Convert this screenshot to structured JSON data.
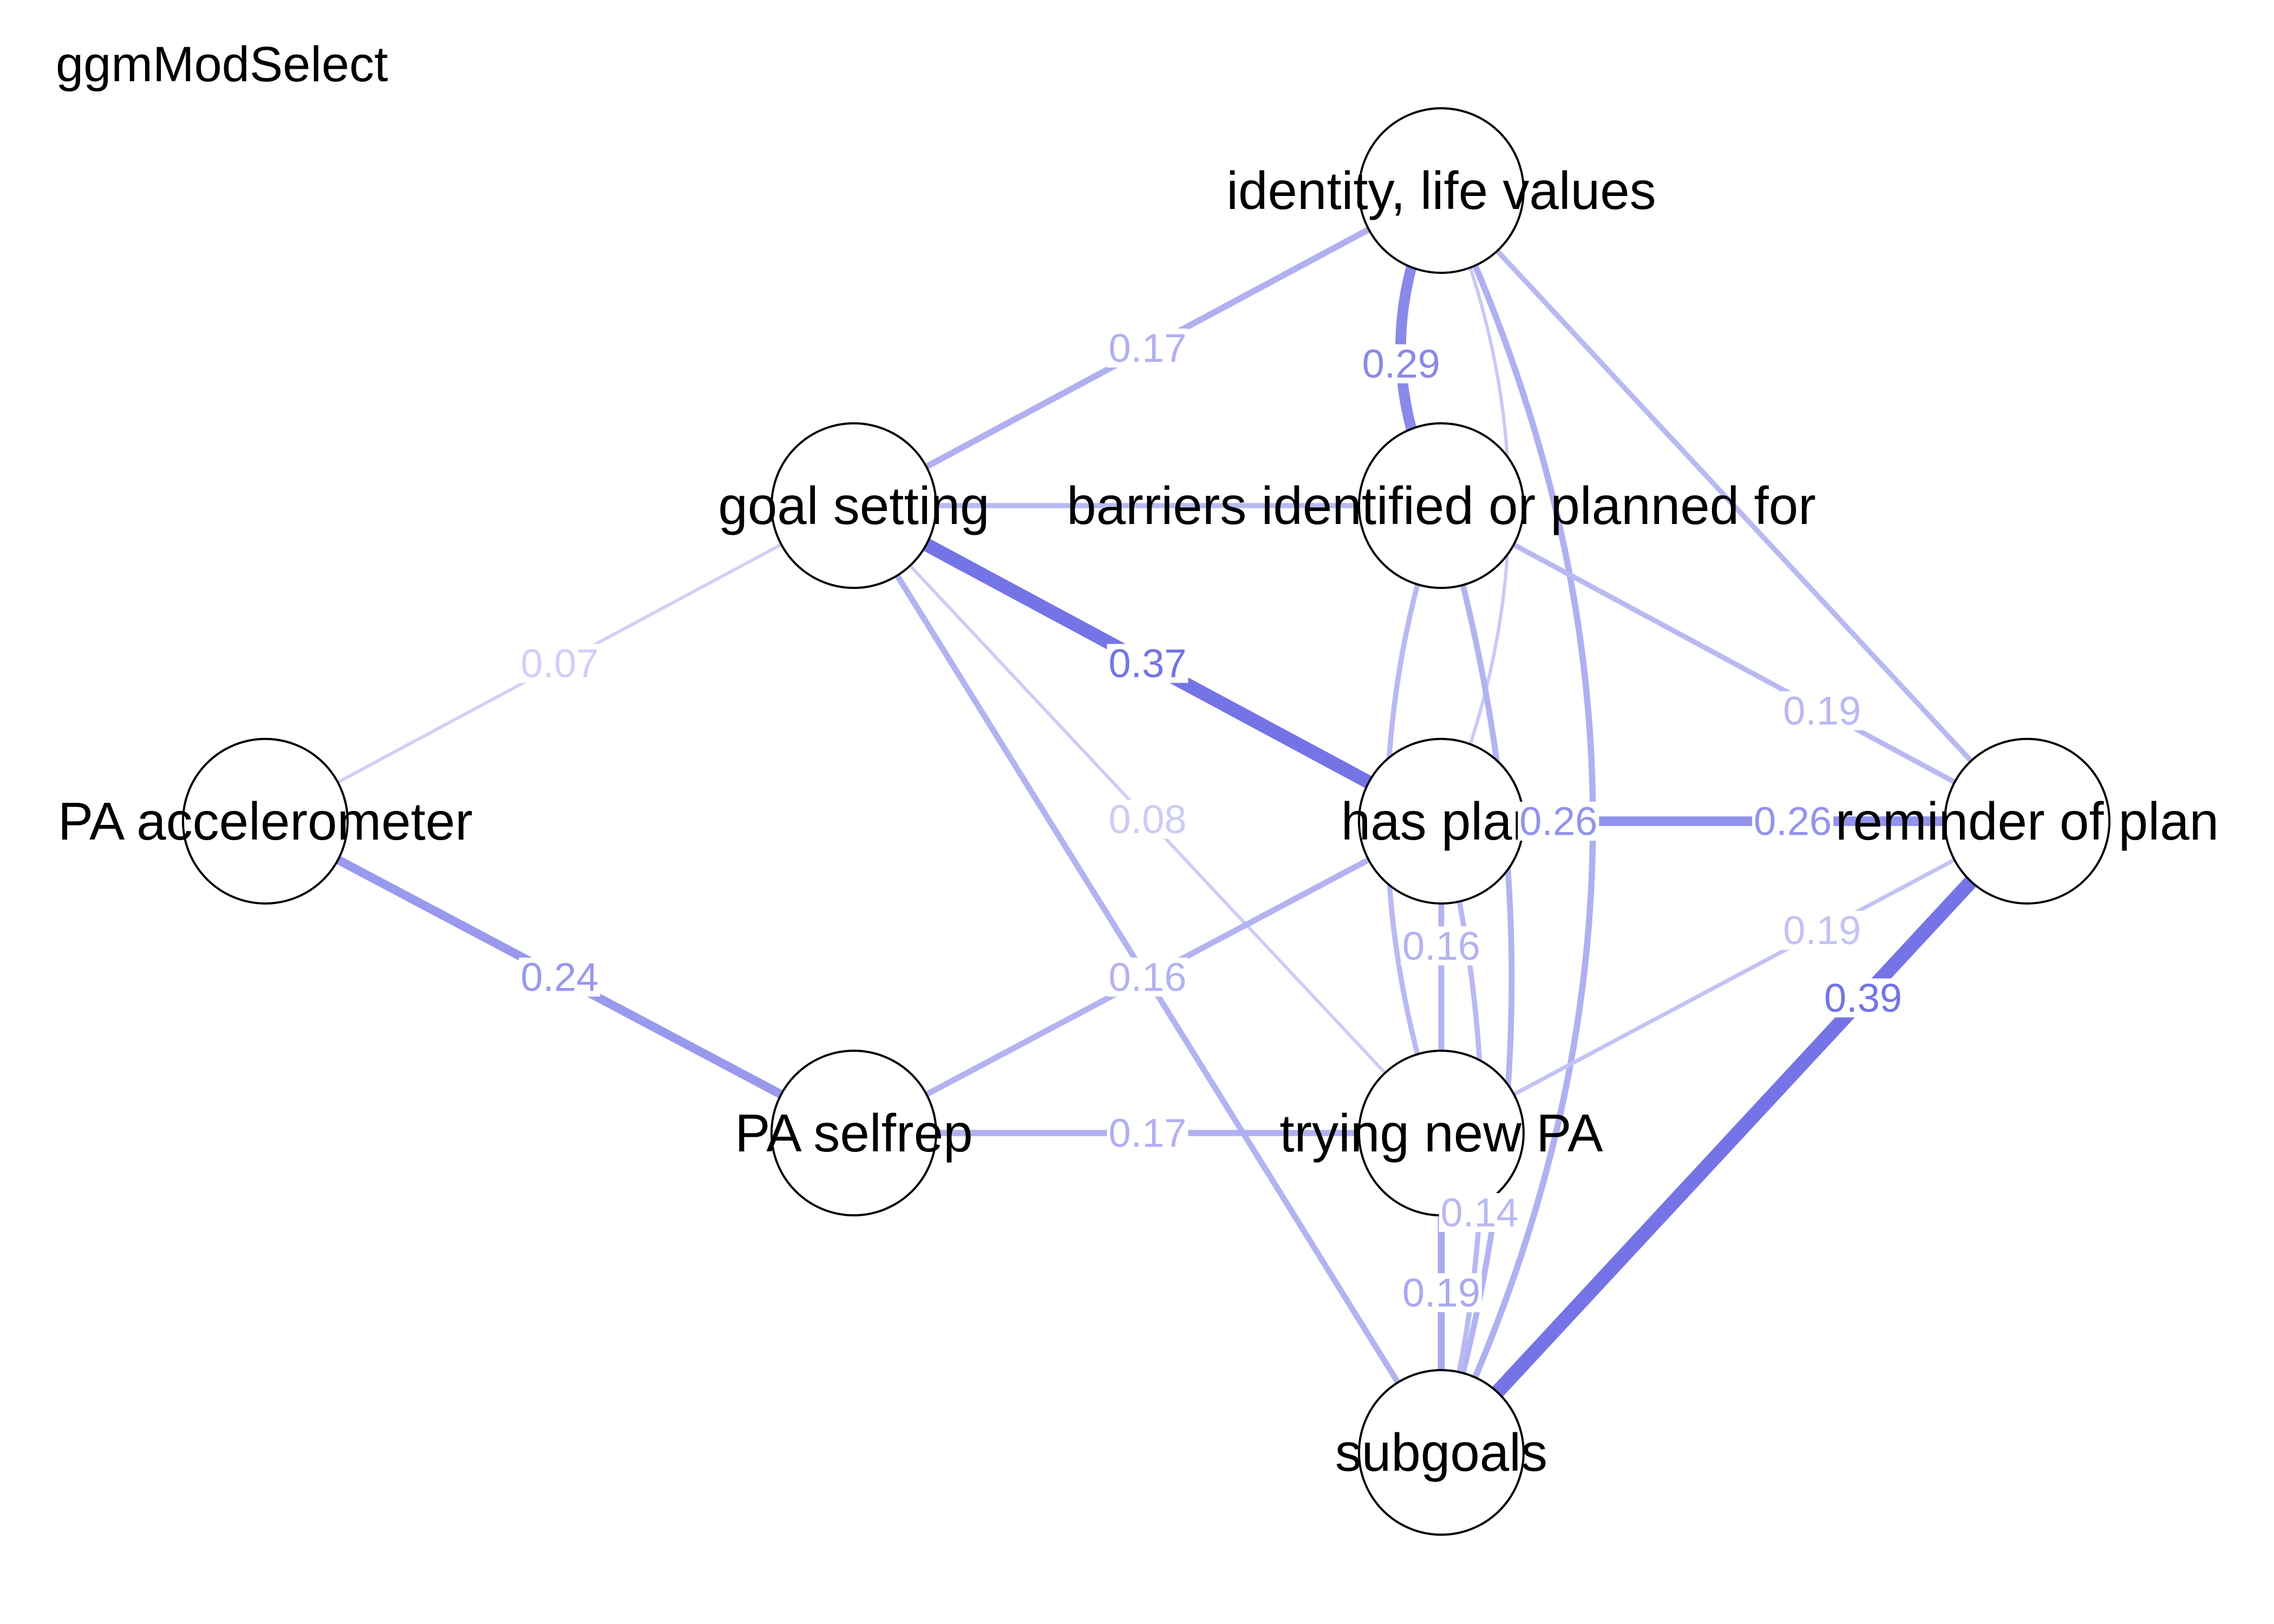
{
  "title": "ggmModSelect",
  "colors": {
    "positive_edge": "#7474e6",
    "background": "#ffffff",
    "node_fill": "#ffffff",
    "node_border": "#000000"
  },
  "nodes": [
    {
      "id": "identity",
      "label": "identity, life values"
    },
    {
      "id": "goal",
      "label": "goal setting"
    },
    {
      "id": "barriers",
      "label": "barriers identified or planned for"
    },
    {
      "id": "accel",
      "label": "PA accelerometer"
    },
    {
      "id": "plan",
      "label": "has plan"
    },
    {
      "id": "reminder",
      "label": "reminder of plan"
    },
    {
      "id": "selfrep",
      "label": "PA selfrep"
    },
    {
      "id": "trying",
      "label": "trying new PA"
    },
    {
      "id": "subgoals",
      "label": "subgoals"
    }
  ],
  "edges": [
    {
      "from": "goal",
      "to": "identity",
      "weight": 0.17,
      "label": "0.17"
    },
    {
      "from": "identity",
      "to": "barriers",
      "weight": 0.29,
      "label": "0.29"
    },
    {
      "from": "goal",
      "to": "barriers",
      "weight": 0.14,
      "label": ""
    },
    {
      "from": "identity",
      "to": "plan",
      "weight": 0.09,
      "label": ""
    },
    {
      "from": "identity",
      "to": "reminder",
      "weight": 0.14,
      "label": ""
    },
    {
      "from": "identity",
      "to": "subgoals",
      "weight": 0.17,
      "label": ""
    },
    {
      "from": "goal",
      "to": "accel",
      "weight": 0.07,
      "label": "0.07"
    },
    {
      "from": "goal",
      "to": "plan",
      "weight": 0.37,
      "label": "0.37"
    },
    {
      "from": "goal",
      "to": "trying",
      "weight": 0.08,
      "label": "0.08"
    },
    {
      "from": "goal",
      "to": "subgoals",
      "weight": 0.16,
      "label": ""
    },
    {
      "from": "barriers",
      "to": "reminder",
      "weight": 0.14,
      "label": "0.19"
    },
    {
      "from": "barriers",
      "to": "subgoals",
      "weight": 0.16,
      "label": ""
    },
    {
      "from": "barriers",
      "to": "trying",
      "weight": 0.14,
      "label": ""
    },
    {
      "from": "accel",
      "to": "selfrep",
      "weight": 0.24,
      "label": "0.24"
    },
    {
      "from": "plan",
      "to": "selfrep",
      "weight": 0.16,
      "label": "0.16"
    },
    {
      "from": "plan",
      "to": "reminder",
      "weight": 0.26,
      "label": "0.26"
    },
    {
      "from": "plan",
      "to": "subgoals",
      "weight": 0.14,
      "label": "0.14"
    },
    {
      "from": "plan",
      "to": "trying",
      "weight": 0.16,
      "label": "0.16"
    },
    {
      "from": "reminder",
      "to": "trying",
      "weight": 0.11,
      "label": "0.19"
    },
    {
      "from": "reminder",
      "to": "subgoals",
      "weight": 0.39,
      "label": "0.39"
    },
    {
      "from": "selfrep",
      "to": "trying",
      "weight": 0.17,
      "label": "0.17"
    },
    {
      "from": "trying",
      "to": "subgoals",
      "weight": 0.19,
      "label": "0.19"
    }
  ]
}
